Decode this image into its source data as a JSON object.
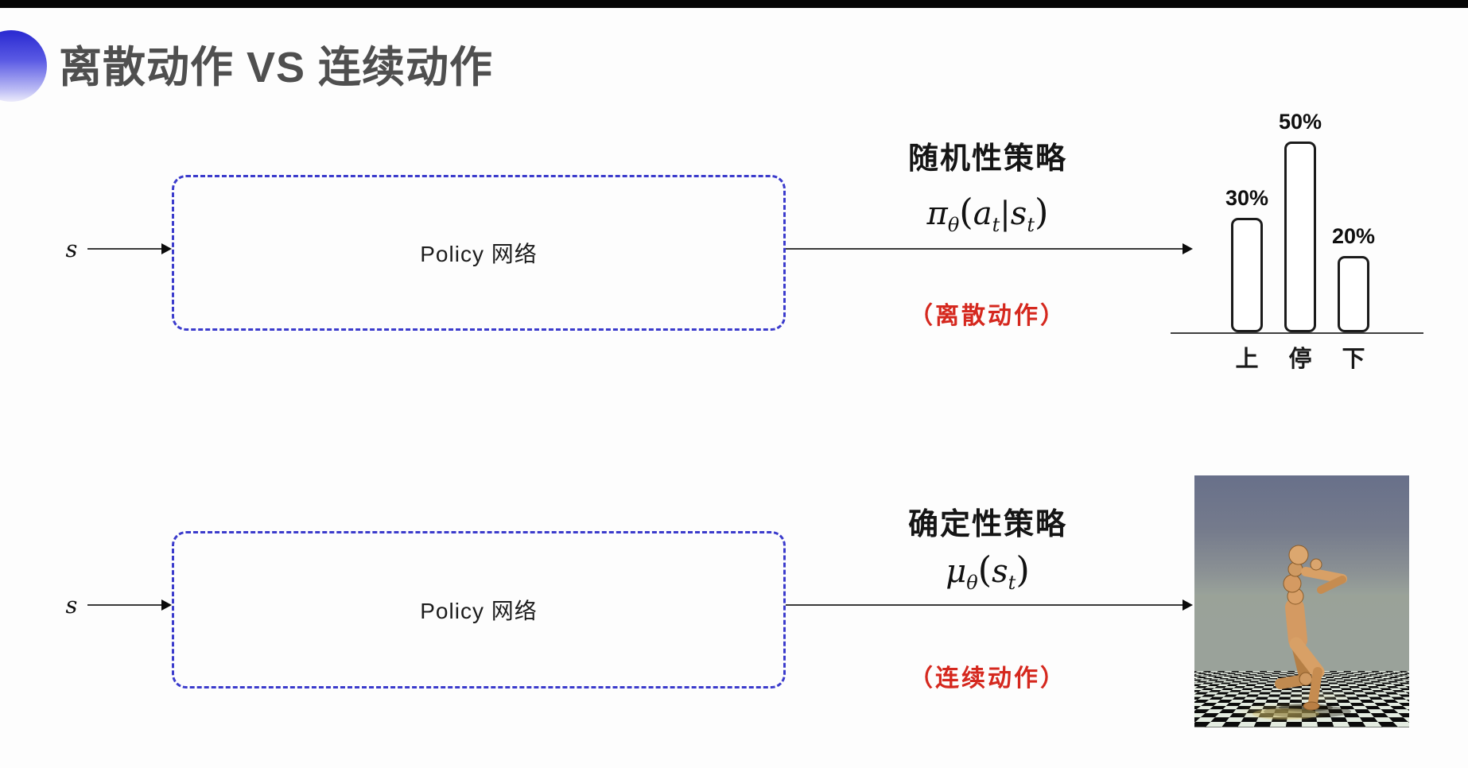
{
  "page": {
    "title": "离散动作 VS 连续动作"
  },
  "rows": [
    {
      "input_label": "s",
      "box_label": "Policy 网络",
      "policy_title": "随机性策略",
      "formula": {
        "lead": "π",
        "lead_sub": "θ",
        "open": "(",
        "arg1": "a",
        "arg1_sub": "t",
        "bar": "|",
        "arg2": "s",
        "arg2_sub": "t",
        "close": ")"
      },
      "action_note": "（离散动作）"
    },
    {
      "input_label": "s",
      "box_label": "Policy 网络",
      "policy_title": "确定性策略",
      "formula": {
        "lead": "μ",
        "lead_sub": "θ",
        "open": "(",
        "arg1": "s",
        "arg1_sub": "t",
        "close": ")"
      },
      "action_note": "（连续动作）"
    }
  ],
  "chart_data": {
    "type": "bar",
    "title": "",
    "categories": [
      "上",
      "停",
      "下"
    ],
    "values": [
      30,
      50,
      20
    ],
    "value_labels": [
      "30%",
      "50%",
      "20%"
    ],
    "ylim": [
      0,
      55
    ],
    "unit": "%",
    "legend": "none",
    "grid": false,
    "style": "outlined white bars with rounded corners standing on a baseline; value labels above bars, action labels below baseline"
  },
  "visuals": {
    "robot_image": "mujoco-humanoid-on-checkerboard-floor"
  },
  "colors": {
    "box_dashed_blue": "#3b3bcc",
    "note_red": "#d5281e",
    "title_gray": "#4f4f4f",
    "text_dark": "#1a1a1a",
    "arrow_dark": "#222222",
    "sphere_blue": "#2d2dd2"
  }
}
